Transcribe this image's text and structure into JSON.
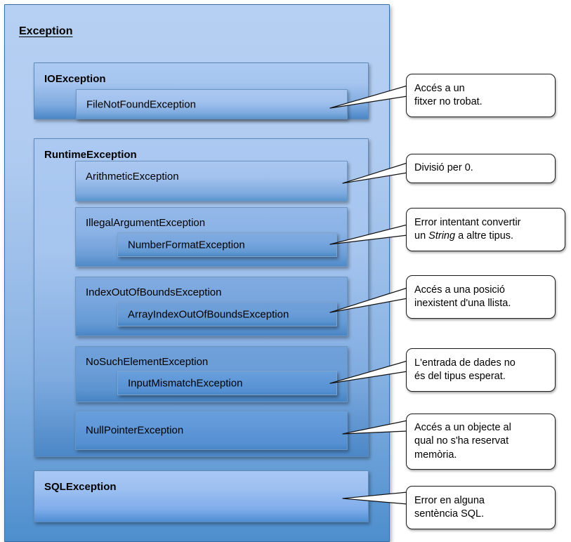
{
  "diagram": {
    "title": "Exception",
    "language": "ca",
    "root": {
      "name": "Exception",
      "children": [
        {
          "name": "IOException",
          "children": [
            {
              "name": "FileNotFoundException",
              "note": "Accés a un\nfitxer no trobat."
            }
          ]
        },
        {
          "name": "RuntimeException",
          "children": [
            {
              "name": "ArithmeticException",
              "note": "Divisió per 0."
            },
            {
              "name": "IllegalArgumentException",
              "children": [
                {
                  "name": "NumberFormatException",
                  "note": "Error intentant convertir\nun String a altre tipus."
                }
              ]
            },
            {
              "name": "IndexOutOfBoundsException",
              "children": [
                {
                  "name": "ArrayIndexOutOfBoundsException",
                  "note": "Accés a una posició\ninexistent d'una llista."
                }
              ]
            },
            {
              "name": "NoSuchElementException",
              "children": [
                {
                  "name": "InputMismatchException",
                  "note": "L'entrada de dades no\nés del tipus esperat."
                }
              ]
            },
            {
              "name": "NullPointerException",
              "note": "Accés a un objecte al\nqual no s'ha reservat\nmemòria."
            }
          ]
        },
        {
          "name": "SQLException",
          "note": "Error en alguna\nsentència SQL."
        }
      ]
    }
  },
  "boxes": {
    "exception": "Exception",
    "ioexception": "IOException",
    "filenotfoundexception": "FileNotFoundException",
    "runtimeexception": "RuntimeException",
    "arithmeticexception": "ArithmeticException",
    "illegalargumentexception": "IllegalArgumentException",
    "numberformatexception": "NumberFormatException",
    "indexoutofboundsexception": "IndexOutOfBoundsException",
    "arrayindexoutofboundsexception": "ArrayIndexOutOfBoundsException",
    "nosuchelementexception": "NoSuchElementException",
    "inputmismatchexception": "InputMismatchException",
    "nullpointerexception": "NullPointerException",
    "sqlexception": "SQLException"
  },
  "callouts": {
    "file_not_found": "Accés a un\nfitxer no trobat.",
    "arithmetic": "Divisió per 0.",
    "number_format_line1": "Error intentant convertir",
    "number_format_line2_pre": "un ",
    "number_format_emphasis": "String",
    "number_format_line2_post": " a altre tipus.",
    "array_index": "Accés a una posició\ninexistent d'una llista.",
    "input_mismatch": "L'entrada de dades no\nés del tipus esperat.",
    "null_pointer": "Accés a un objecte al\nqual no s'ha reservat\nmemòria.",
    "sql": "Error en alguna\nsentència SQL."
  },
  "colors": {
    "root_fill_top": "#b5d0f2",
    "root_fill_bottom": "#4d8ecd",
    "box_border": "#5f89b8",
    "callout_border": "#1a1a1a",
    "callout_fill": "#ffffff",
    "text": "#000000"
  }
}
